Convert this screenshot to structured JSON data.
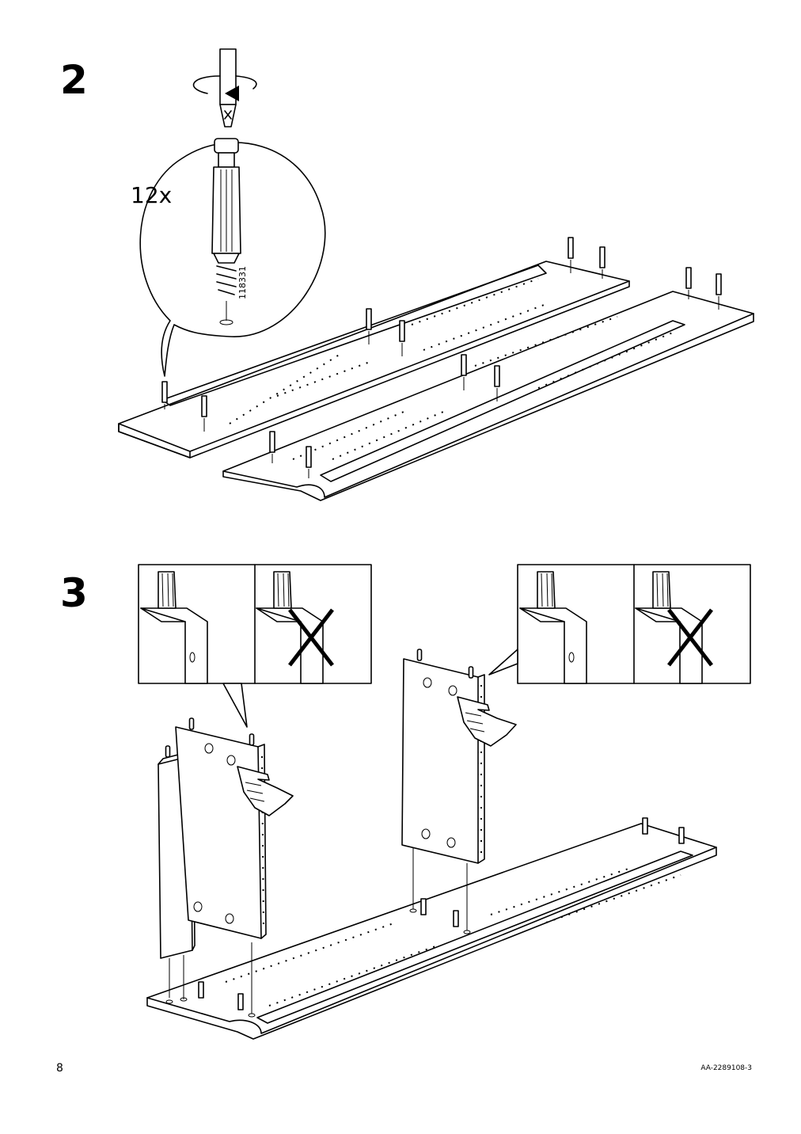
{
  "steps": [
    {
      "number": "2",
      "quantity_label": "12x",
      "article_number": "118331"
    },
    {
      "number": "3"
    }
  ],
  "footer": {
    "page_number": "8",
    "document_code": "AA-2289108-3"
  },
  "icons": [
    "screwdriver-icon",
    "rotation-arrow-icon",
    "cam-dowel-icon",
    "wrong-x-icon",
    "hand-icon"
  ]
}
